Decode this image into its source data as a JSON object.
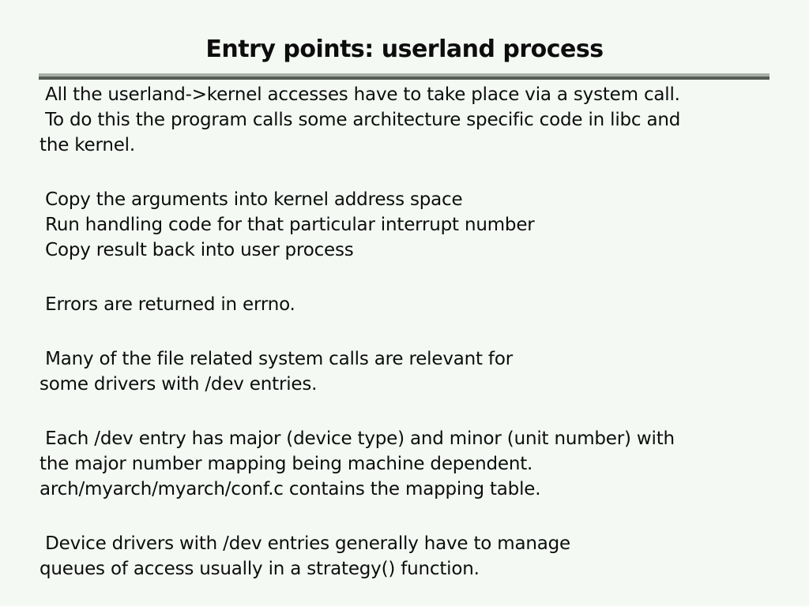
{
  "slide": {
    "title": "Entry points: userland process",
    "colors": {
      "background": "#f4f9f4",
      "text": "#0d0d0d",
      "rule_light": "#a8b0a8",
      "rule_dark": "#555d55"
    },
    "paragraphs": [
      {
        "lines": [
          " All the userland->kernel accesses have to take place via a system call.",
          " To do this the program calls some architecture specific code in libc and",
          "the kernel."
        ]
      },
      {
        "lines": [
          " Copy the arguments into kernel address space",
          " Run handling code for that particular interrupt number",
          " Copy result back into user process"
        ]
      },
      {
        "lines": [
          " Errors are returned in errno."
        ]
      },
      {
        "lines": [
          " Many of the file related system calls are relevant for",
          "some drivers with /dev entries."
        ]
      },
      {
        "lines": [
          " Each /dev entry has major (device type) and minor (unit number) with",
          "the major number mapping being machine dependent.",
          "arch/myarch/myarch/conf.c contains the mapping table."
        ]
      },
      {
        "lines": [
          " Device drivers with /dev entries generally have to manage",
          "queues of access usually in a strategy() function."
        ]
      }
    ]
  }
}
